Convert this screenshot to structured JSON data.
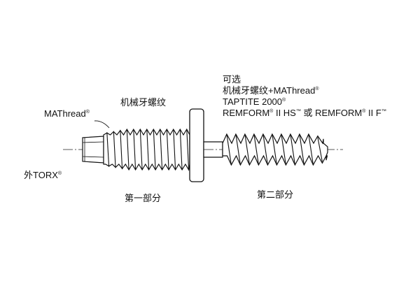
{
  "labels": {
    "mathread_label": "MAThread",
    "mathread_mark": "®",
    "machine_thread_label": "机械牙螺纹",
    "external_torx_label": "外TORX",
    "external_torx_mark": "®",
    "part_one_label": "第一部分",
    "part_two_label": "第二部分"
  },
  "options": {
    "title": "可选",
    "line1_text": "机械牙螺纹+MAThread",
    "line1_mark": "®",
    "line2_text": "TAPTITE 2000",
    "line2_mark": "®",
    "line3_a": "REMFORM",
    "line3_a_mark": "®",
    "line3_b": " II HS",
    "line3_b_mark": "™",
    "line3_c": " 或 REMFORM",
    "line3_c_mark": "®",
    "line3_d": " II F",
    "line3_d_mark": "™"
  }
}
